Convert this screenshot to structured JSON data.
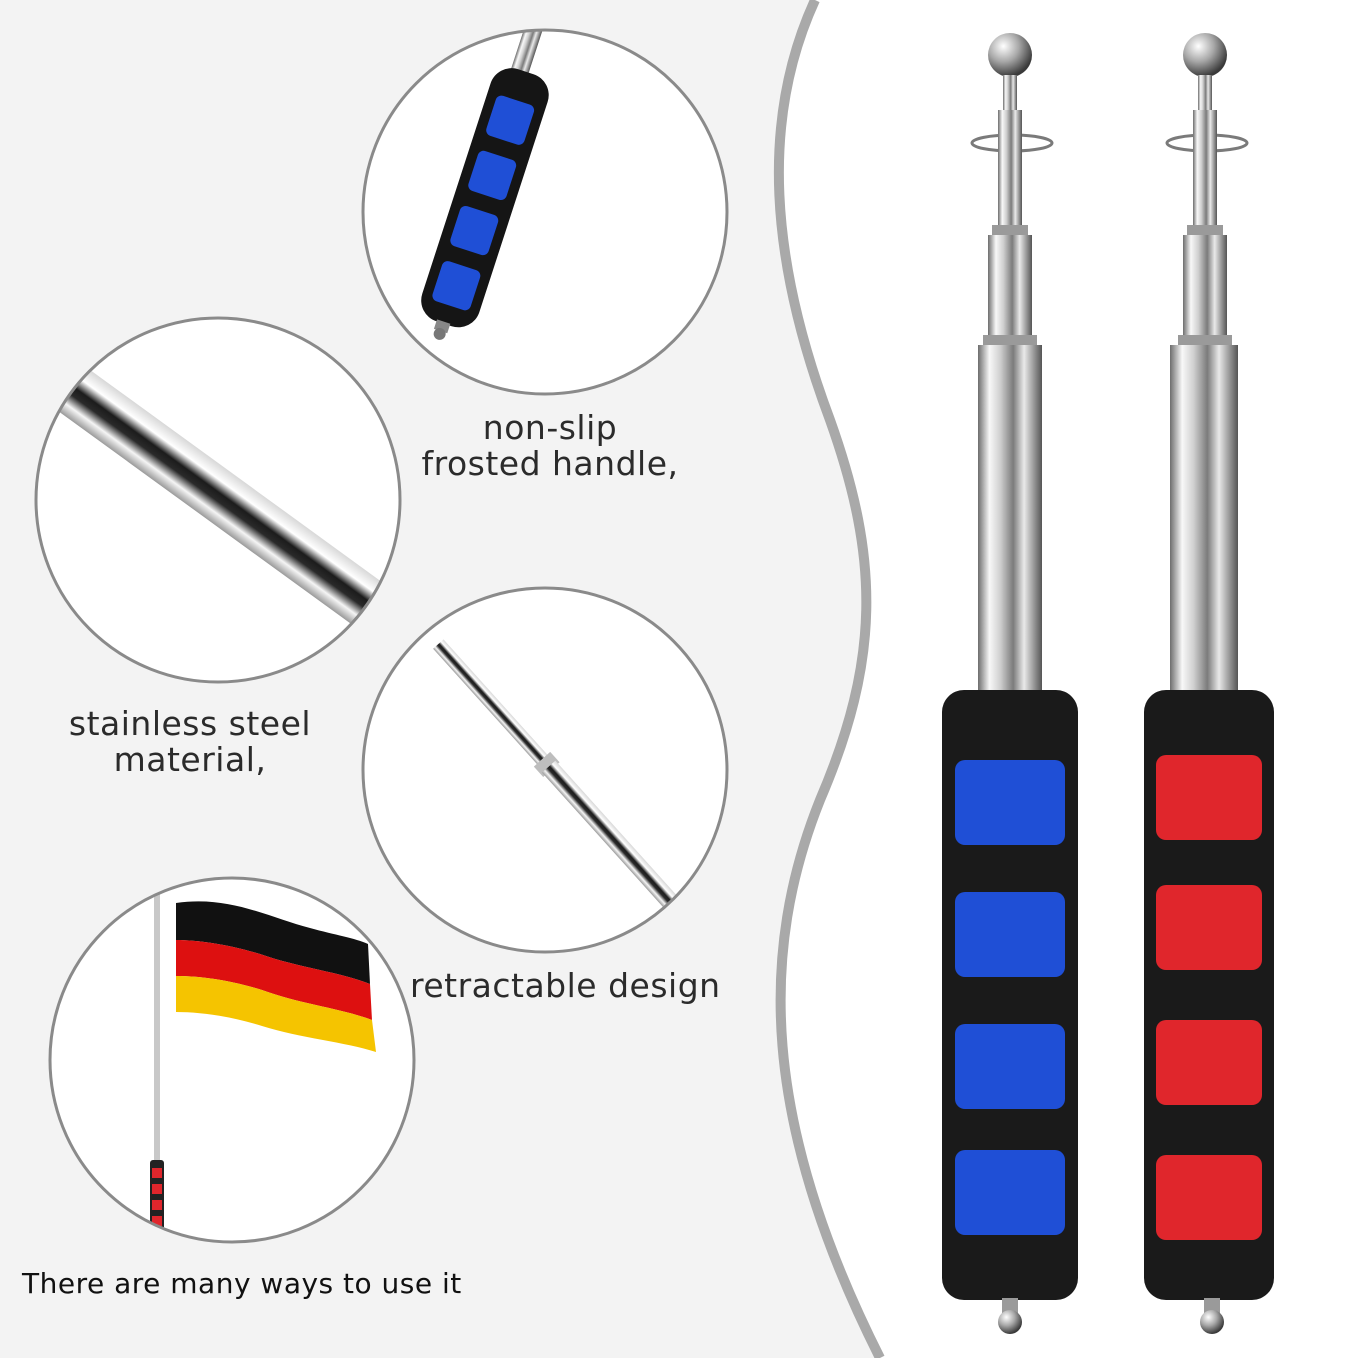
{
  "captions": {
    "handle": {
      "line1": "non-slip",
      "line2": "frosted handle,"
    },
    "steel": {
      "line1": "stainless steel",
      "line2": "material,"
    },
    "retract": {
      "line1": "retractable design"
    },
    "uses": {
      "line1": "There are many ways to use it"
    }
  },
  "colors": {
    "background": "#ffffff",
    "panel": "#f2f2f2",
    "wave_border": "#a9a9a9",
    "circle_border": "#8a8a8a",
    "foam_black": "#1a1a1a",
    "grip_blue": "#1f4fd6",
    "grip_red": "#e0262c",
    "steel_light": "#f4f4f4",
    "steel_dark": "#3a3a3a",
    "flag_black": "#111111",
    "flag_red": "#dd1010",
    "flag_gold": "#f5c400"
  },
  "products": [
    {
      "name": "blue-grip-pointer",
      "grip_color": "#1f4fd6"
    },
    {
      "name": "red-grip-pointer",
      "grip_color": "#e0262c"
    }
  ]
}
